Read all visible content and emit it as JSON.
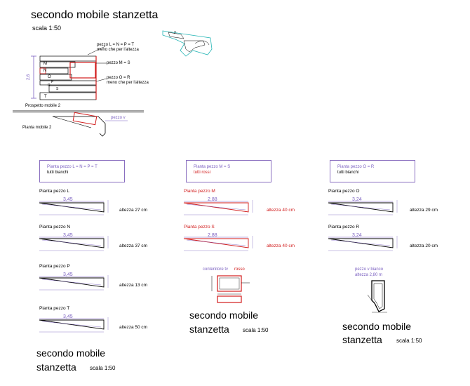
{
  "sheet": {
    "title": "secondo mobile stanzetta",
    "scale": "scala 1:50",
    "bottom_titles": [
      {
        "line1": "secondo mobile",
        "line2": "stanzetta",
        "scale": "scala 1:50"
      },
      {
        "line1": "secondo mobile",
        "line2": "stanzetta",
        "scale": "scala 1:50"
      },
      {
        "line1": "secondo mobile",
        "line2": "stanzetta",
        "scale": "scala 1:50"
      }
    ]
  },
  "elevation": {
    "label": "Prospetto mobile 2",
    "height_dim": "2,6",
    "letters": [
      "M",
      "N",
      "O",
      "P",
      "R",
      "S",
      "T"
    ],
    "notes": [
      {
        "line1": "pezzo L = N = P = T",
        "line2": "meno che per l'altezza"
      },
      {
        "line1": "pezzo M = S"
      },
      {
        "line1": "pezzo O = R",
        "line2": "meno che per l'altezza"
      }
    ]
  },
  "plan": {
    "label": "Pianta mobile 2",
    "piece_v": "pezzo v"
  },
  "inset": {
    "label": "2"
  },
  "groups": [
    {
      "title": "Pianta  pezzo L = N = P = T",
      "subtitle": "tutti bianchi"
    },
    {
      "title": "Pianta  pezzo M = S",
      "subtitle": "tutti rossi"
    },
    {
      "title": "Pianta  pezzo O = R",
      "subtitle": "tutti bianchi"
    }
  ],
  "pieces": [
    {
      "label": "Pianta pezzo L",
      "dim": "3,45",
      "height": "altezza 27 cm",
      "red": false
    },
    {
      "label": "Pianta pezzo N",
      "dim": "3,45",
      "height": "altezza 37 cm",
      "red": false
    },
    {
      "label": "Pianta pezzo P",
      "dim": "3,45",
      "height": "altezza 13 cm",
      "red": false
    },
    {
      "label": "Pianta pezzo T",
      "dim": "3,45",
      "height": "altezza 50 cm",
      "red": false
    },
    {
      "label": "Pianta pezzo M",
      "dim": "2,88",
      "height": "altezza 40 cm",
      "red": true
    },
    {
      "label": "Pianta pezzo S",
      "dim": "2,88",
      "height": "altezza 40 cm",
      "red": true
    },
    {
      "label": "Pianta pezzo O",
      "dim": "3,24",
      "height": "altezza 29 cm",
      "red": false
    },
    {
      "label": "Pianta pezzo R",
      "dim": "3,24",
      "height": "altezza 20 cm",
      "red": false
    }
  ],
  "tv": {
    "label": "contenitore tv",
    "color_label": "rosso"
  },
  "piece_v": {
    "label": "pezzo v  bianco",
    "height": "altezza 2,80 m"
  },
  "colors": {
    "red": "#d11a1a",
    "purple": "#7a5fc0",
    "cyan": "#22b4b4",
    "line": "#000000"
  }
}
